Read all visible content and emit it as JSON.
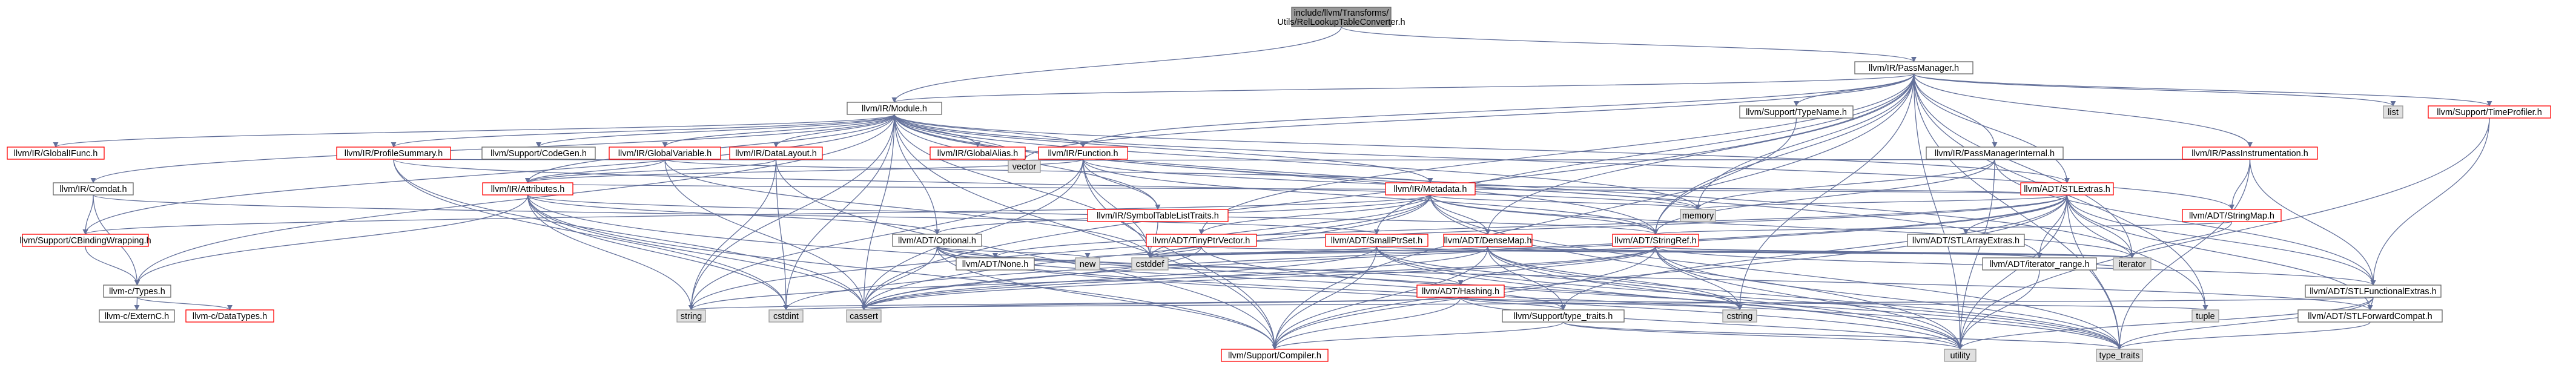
{
  "nodes": [
    {
      "id": "root",
      "label": "include/llvm/Transforms/Utils/RelLookupTableConverter.h",
      "kind": "root"
    },
    {
      "id": "passmanager",
      "label": "llvm/IR/PassManager.h",
      "kind": "int"
    },
    {
      "id": "module",
      "label": "llvm/IR/Module.h",
      "kind": "int"
    },
    {
      "id": "globalifunc",
      "label": "llvm/IR/GlobalIFunc.h",
      "kind": "red"
    },
    {
      "id": "profilesummary",
      "label": "llvm/IR/ProfileSummary.h",
      "kind": "red"
    },
    {
      "id": "codegen",
      "label": "llvm/Support/CodeGen.h",
      "kind": "int"
    },
    {
      "id": "globalvariable",
      "label": "llvm/IR/GlobalVariable.h",
      "kind": "red"
    },
    {
      "id": "datalayout",
      "label": "llvm/IR/DataLayout.h",
      "kind": "red"
    },
    {
      "id": "globalalias",
      "label": "llvm/IR/GlobalAlias.h",
      "kind": "red"
    },
    {
      "id": "function",
      "label": "llvm/IR/Function.h",
      "kind": "red"
    },
    {
      "id": "typename",
      "label": "llvm/Support/TypeName.h",
      "kind": "int"
    },
    {
      "id": "pmint",
      "label": "llvm/IR/PassManagerInternal.h",
      "kind": "int"
    },
    {
      "id": "passinstr",
      "label": "llvm/IR/PassInstrumentation.h",
      "kind": "red"
    },
    {
      "id": "list",
      "label": "list",
      "kind": "ext"
    },
    {
      "id": "timeprofiler",
      "label": "llvm/Support/TimeProfiler.h",
      "kind": "red"
    },
    {
      "id": "comdat",
      "label": "llvm/IR/Comdat.h",
      "kind": "int"
    },
    {
      "id": "attributes",
      "label": "llvm/IR/Attributes.h",
      "kind": "red"
    },
    {
      "id": "vector",
      "label": "vector",
      "kind": "ext"
    },
    {
      "id": "symtabtraits",
      "label": "llvm/IR/SymbolTableListTraits.h",
      "kind": "red"
    },
    {
      "id": "metadata",
      "label": "llvm/IR/Metadata.h",
      "kind": "red"
    },
    {
      "id": "stlextras",
      "label": "llvm/ADT/STLExtras.h",
      "kind": "red"
    },
    {
      "id": "stringmap",
      "label": "llvm/ADT/StringMap.h",
      "kind": "red"
    },
    {
      "id": "memory",
      "label": "memory",
      "kind": "ext"
    },
    {
      "id": "cbw",
      "label": "llvm/Support/CBindingWrapping.h",
      "kind": "red"
    },
    {
      "id": "optional",
      "label": "llvm/ADT/Optional.h",
      "kind": "int"
    },
    {
      "id": "tinyptrvector",
      "label": "llvm/ADT/TinyPtrVector.h",
      "kind": "red"
    },
    {
      "id": "smallptrset",
      "label": "llvm/ADT/SmallPtrSet.h",
      "kind": "red"
    },
    {
      "id": "densemap",
      "label": "llvm/ADT/DenseMap.h",
      "kind": "red"
    },
    {
      "id": "stringref",
      "label": "llvm/ADT/StringRef.h",
      "kind": "red"
    },
    {
      "id": "stlarrayextras",
      "label": "llvm/ADT/STLArrayExtras.h",
      "kind": "int"
    },
    {
      "id": "ctypes",
      "label": "llvm-c/Types.h",
      "kind": "int"
    },
    {
      "id": "adtnone",
      "label": "llvm/ADT/None.h",
      "kind": "int"
    },
    {
      "id": "new",
      "label": "new",
      "kind": "ext"
    },
    {
      "id": "cstddef",
      "label": "cstddef",
      "kind": "ext"
    },
    {
      "id": "hashing",
      "label": "llvm/ADT/Hashing.h",
      "kind": "red"
    },
    {
      "id": "iterrange",
      "label": "llvm/ADT/iterator_range.h",
      "kind": "int"
    },
    {
      "id": "iterator",
      "label": "iterator",
      "kind": "ext"
    },
    {
      "id": "stlfunc",
      "label": "llvm/ADT/STLFunctionalExtras.h",
      "kind": "int"
    },
    {
      "id": "externc",
      "label": "llvm-c/ExternC.h",
      "kind": "int"
    },
    {
      "id": "datatypes",
      "label": "llvm-c/DataTypes.h",
      "kind": "red"
    },
    {
      "id": "string",
      "label": "string",
      "kind": "ext"
    },
    {
      "id": "cstdint",
      "label": "cstdint",
      "kind": "ext"
    },
    {
      "id": "cassert",
      "label": "cassert",
      "kind": "ext"
    },
    {
      "id": "typetraits",
      "label": "llvm/Support/type_traits.h",
      "kind": "int"
    },
    {
      "id": "cstring",
      "label": "cstring",
      "kind": "ext"
    },
    {
      "id": "tuple",
      "label": "tuple",
      "kind": "ext"
    },
    {
      "id": "stlfwdcompat",
      "label": "llvm/ADT/STLForwardCompat.h",
      "kind": "int"
    },
    {
      "id": "compiler",
      "label": "llvm/Support/Compiler.h",
      "kind": "red"
    },
    {
      "id": "utility",
      "label": "utility",
      "kind": "ext"
    },
    {
      "id": "type_traits",
      "label": "type_traits",
      "kind": "ext"
    }
  ]
}
